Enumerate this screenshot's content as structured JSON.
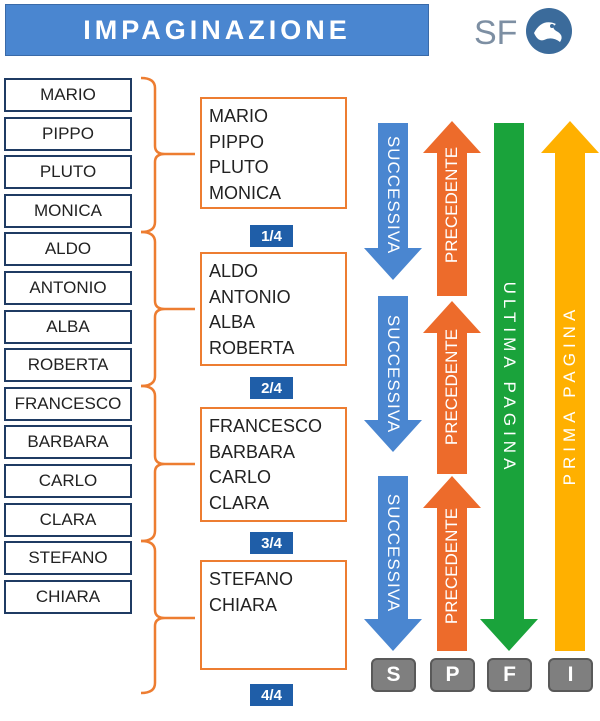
{
  "title": "IMPAGINAZIONE",
  "logo": {
    "text": "SF"
  },
  "names": [
    "MARIO",
    "PIPPO",
    "PLUTO",
    "MONICA",
    "ALDO",
    "ANTONIO",
    "ALBA",
    "ROBERTA",
    "FRANCESCO",
    "BARBARA",
    "CARLO",
    "CLARA",
    "STEFANO",
    "CHIARA"
  ],
  "pages": [
    {
      "items": [
        "MARIO",
        "PIPPO",
        "PLUTO",
        "MONICA"
      ],
      "label": "1/4"
    },
    {
      "items": [
        "ALDO",
        "ANTONIO",
        "ALBA",
        "ROBERTA"
      ],
      "label": "2/4"
    },
    {
      "items": [
        "FRANCESCO",
        "BARBARA",
        "CARLO",
        "CLARA"
      ],
      "label": "3/4"
    },
    {
      "items": [
        "STEFANO",
        "CHIARA"
      ],
      "label": "4/4"
    }
  ],
  "arrows": {
    "next_label": "SUCCESSIVA",
    "prev_label": "PRECEDENTE",
    "last_label": "ULTIMA PAGINA",
    "first_label": "PRIMA PAGINA"
  },
  "buttons": [
    "S",
    "P",
    "F",
    "I"
  ],
  "colors": {
    "title_bg": "#4a86d0",
    "name_border": "#1f3b63",
    "bracket": "#ed7d31",
    "page_label_bg": "#1f5ea8",
    "next_arrow": "#4a86d0",
    "prev_arrow": "#ed6b2b",
    "last_arrow": "#1aa33b",
    "first_arrow": "#ffb000",
    "button_bg": "#7f7f7f"
  }
}
